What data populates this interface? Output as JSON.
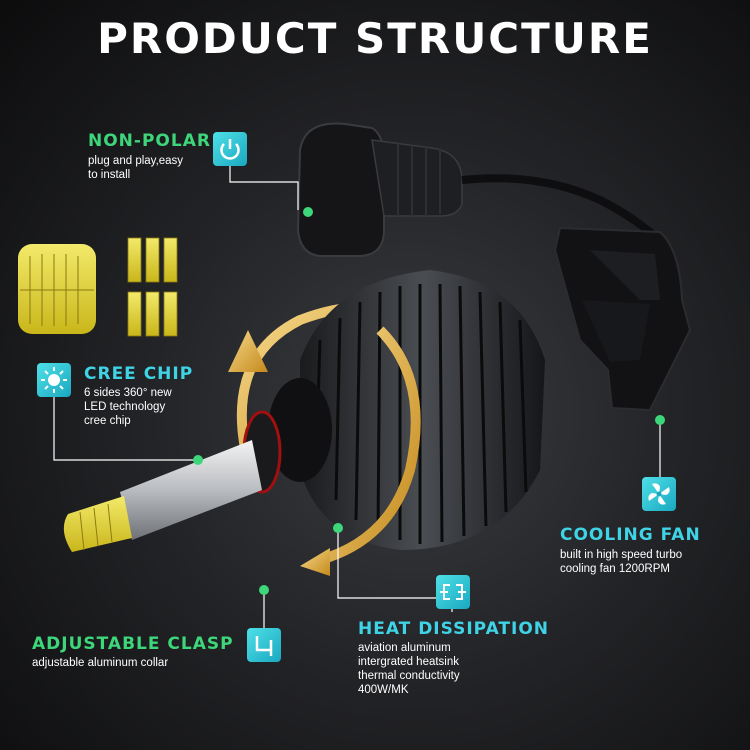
{
  "title": "PRODUCT STRUCTURE",
  "colors": {
    "green": "#3ed67a",
    "cyan": "#3fd3e6",
    "chip_yellow": "#e6d62a",
    "background": "#1c1d20"
  },
  "features": {
    "non_polar": {
      "title": "NON-POLAR",
      "lines": [
        "plug and play,easy",
        "to install"
      ],
      "icon": "power-icon"
    },
    "cree_chip": {
      "title": "CREE CHIP",
      "lines": [
        "6 sides 360° new",
        "LED technology",
        "cree chip"
      ],
      "icon": "sun-icon"
    },
    "cooling_fan": {
      "title": "COOLING FAN",
      "lines": [
        "built in high speed turbo",
        "cooling fan 1200RPM"
      ],
      "icon": "fan-icon"
    },
    "heat_dissipation": {
      "title": "HEAT DISSIPATION",
      "lines": [
        "aviation aluminum",
        "intergrated heatsink",
        "thermal conductivity",
        "400W/MK"
      ],
      "icon": "heat-icon"
    },
    "adjustable_clasp": {
      "title": "ADJUSTABLE CLASP",
      "lines": [
        "adjustable aluminum collar"
      ],
      "icon": "clasp-icon"
    }
  }
}
